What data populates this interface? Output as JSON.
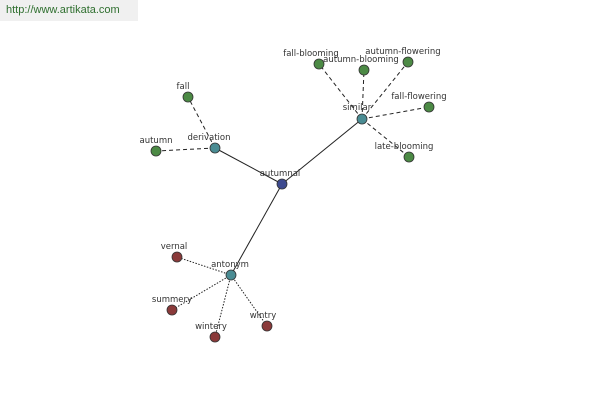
{
  "header": {
    "url": "http://www.artikata.com"
  },
  "colors": {
    "center": "#3d4a8f",
    "relation": "#4a8c93",
    "green": "#4c8a45",
    "red": "#8a3a3a"
  },
  "graph": {
    "center": {
      "id": "autumnal",
      "label": "autumnal"
    },
    "relations": [
      {
        "id": "derivation",
        "label": "derivation",
        "edge": "dashed"
      },
      {
        "id": "similar",
        "label": "similar",
        "edge": "dashed"
      },
      {
        "id": "antonym",
        "label": "antonym",
        "edge": "dotted"
      }
    ],
    "leaves": [
      {
        "id": "fall",
        "label": "fall",
        "relation": "derivation",
        "color": "green"
      },
      {
        "id": "autumn",
        "label": "autumn",
        "relation": "derivation",
        "color": "green"
      },
      {
        "id": "fall-blooming",
        "label": "fall-blooming",
        "relation": "similar",
        "color": "green"
      },
      {
        "id": "autumn-blooming",
        "label": "autumn-blooming",
        "relation": "similar",
        "color": "green"
      },
      {
        "id": "autumn-flowering",
        "label": "autumn-flowering",
        "relation": "similar",
        "color": "green"
      },
      {
        "id": "fall-flowering",
        "label": "fall-flowering",
        "relation": "similar",
        "color": "green"
      },
      {
        "id": "late-blooming",
        "label": "late-blooming",
        "relation": "similar",
        "color": "green"
      },
      {
        "id": "vernal",
        "label": "vernal",
        "relation": "antonym",
        "color": "red"
      },
      {
        "id": "summery",
        "label": "summery",
        "relation": "antonym",
        "color": "red"
      },
      {
        "id": "wintery",
        "label": "wintery",
        "relation": "antonym",
        "color": "red"
      },
      {
        "id": "wintry",
        "label": "wintry",
        "relation": "antonym",
        "color": "red"
      }
    ]
  }
}
